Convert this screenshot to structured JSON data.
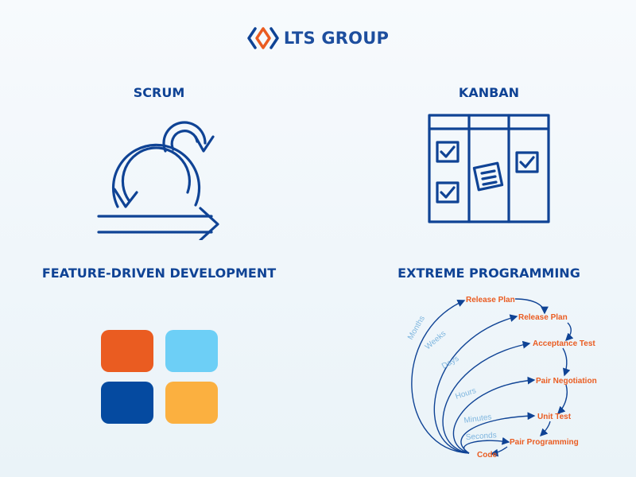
{
  "brand": {
    "name": "LTS GROUP"
  },
  "sections": {
    "scrum": {
      "title": "SCRUM"
    },
    "kanban": {
      "title": "KANBAN"
    },
    "fdd": {
      "title": "FEATURE-DRIVEN DEVELOPMENT"
    },
    "xp": {
      "title": "EXTREME PROGRAMMING",
      "steps": [
        "Release Plan",
        "Release Plan",
        "Acceptance Test",
        "Pair Negotiation",
        "Unit Test",
        "Pair Programming",
        "Code"
      ],
      "timescales": [
        "Months",
        "Weeks",
        "Days",
        "Hours",
        "Minutes",
        "Seconds"
      ]
    }
  },
  "colors": {
    "primary": "#0f4395",
    "accent_orange": "#ea5c21",
    "light_blue": "#6dcff6",
    "dark_blue": "#054aa0",
    "amber": "#fbb040",
    "timescale_blue": "#7fb6df"
  },
  "icons": [
    "lts-logo-icon",
    "scrum-cycle-icon",
    "kanban-board-icon"
  ]
}
